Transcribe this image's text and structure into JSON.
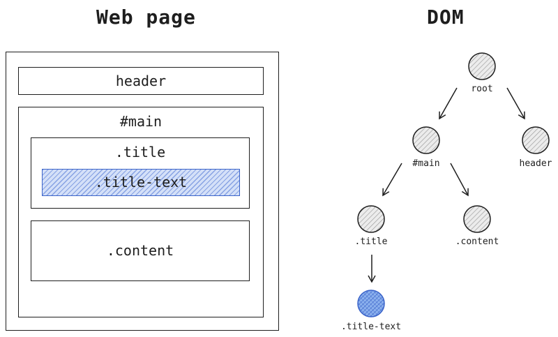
{
  "web_page": {
    "title": "Web page",
    "header_label": "header",
    "main_label": "#main",
    "title_label": ".title",
    "title_text_label": ".title-text",
    "content_label": ".content"
  },
  "dom": {
    "title": "DOM",
    "nodes": {
      "root": "root",
      "main": "#main",
      "header": "header",
      "title": ".title",
      "content": ".content",
      "title_text": ".title-text"
    }
  },
  "colors": {
    "stroke": "#1e1e1e",
    "node_fill": "#d9d9d9",
    "highlight_fill": "#7fa7e8",
    "highlight_stroke": "#3a63c9"
  }
}
